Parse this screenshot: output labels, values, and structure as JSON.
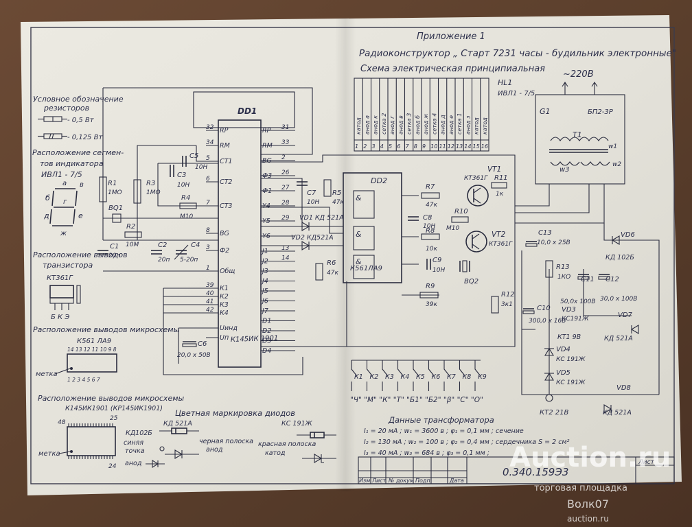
{
  "header": {
    "appendix": "Приложение 1",
    "title": "Радиоконструктор „ Старт 7231 часы - будильник электронные\"",
    "subtitle": "Схема электрическая принципиальная"
  },
  "legend_resistors": {
    "title_1": "Условное обозначение",
    "title_2": "резисторов",
    "r1": "- 0,5 Вт",
    "r2": "- 0,125 Вт"
  },
  "legend_segments": {
    "title_1": "Расположение сегмен-",
    "title_2": "тов индикатора",
    "part": "ИВЛ1 - 7/5",
    "seg_a": "а",
    "seg_b": "б",
    "seg_v": "в",
    "seg_g": "г",
    "seg_d": "д",
    "seg_e": "е",
    "seg_zh": "ж"
  },
  "legend_transistor": {
    "title_1": "Расположение выводов",
    "title_2": "транзистора",
    "part": "КТ361Г",
    "pins": "Б К Э"
  },
  "legend_ic1": {
    "title": "Расположение выводов микросхемы",
    "part": "К561 ЛА9",
    "pins_top": "14 13 12 11 10 9 8",
    "pins_bottom": "1 2 3 4 5 6 7",
    "mark": "метка"
  },
  "legend_ic2": {
    "title": "Расположение выводов микросхемы",
    "part": "К145ИК1901 (КР145ИК1901)",
    "pin_48": "48",
    "pin_25": "25",
    "pin_24": "24",
    "mark": "метка"
  },
  "diode_marking": {
    "title": "Цветная маркировка диодов",
    "kd521": "КД 521А",
    "kd102": "КД102Б",
    "blue_dot_1": "синяя",
    "blue_dot_2": "точка",
    "anode_1": "анод",
    "black_stripe_1": "черная полоска",
    "anode_2": "анод",
    "kc191": "КС 191Ж",
    "red_stripe": "красная полоска",
    "cathode": "катод"
  },
  "transformer_data": {
    "title": "Данные трансформатора",
    "row1": "I₁ = 20 мА ;  w₁ = 3600 в ;  φ₁ = 0,1 мм ;  сечение",
    "row2": "I₂ = 130 мА ;  w₂ = 100 в ;  φ₂ = 0,4 мм ;  сердечника S = 2 см²",
    "row3": "I₃ = 40 мА ;  w₃ = 684 в ;  φ₃ = 0,1 мм ;"
  },
  "title_block": {
    "col1": "Изм",
    "col2": "Лист",
    "col3": "№ докум",
    "col4": "Подп.",
    "col5": "Дата",
    "sheet": "Лист",
    "code": "0.340.159Э3"
  },
  "components": {
    "dd1": "DD1",
    "dd1_type": "К145ИК 1901",
    "dd2": "DD2",
    "dd2_type": "К561ЛА9",
    "hl1": "HL1",
    "hl1_type": "ИВЛ1 - 7/5",
    "mains": "~220В",
    "g1": "G1",
    "g1_type": "БП2-3Р",
    "t1": "T1",
    "w1": "w1",
    "w2": "w2",
    "w3": "w3",
    "r1": "R1",
    "r1_val": "1МО",
    "r3": "R3",
    "r3_val": "1МО",
    "r2": "R2",
    "r2_val": "10М",
    "r4": "R4",
    "r4_val": "М10",
    "c5": "C5",
    "c5_val": "10Н",
    "c3": "C3",
    "c3_val": "10Н",
    "bq1": "BQ1",
    "c1": "C1",
    "c1_val": "20п",
    "c2": "C2",
    "c2_val": "20п",
    "c4": "C4",
    "c4_val": "5-20п",
    "c6": "C6",
    "c6_val": "20,0 х 50В",
    "c7": "C7",
    "c7_val": "10Н",
    "r5": "R5",
    "r5_val": "47к",
    "r6": "R6",
    "r6_val": "47к",
    "vd1": "VD1 КД 521А",
    "vd2": "VD2 КД521А",
    "r7": "R7",
    "r7_val": "47к",
    "c8": "C8",
    "c8_val": "10Н",
    "r8": "R8",
    "r8_val": "10к",
    "c9": "C9",
    "c9_val": "10Н",
    "r9": "R9",
    "r9_val": "39к",
    "bq2": "BQ2",
    "r10": "R10",
    "r10_val": "М10",
    "vt1": "VT1",
    "vt1_type": "КТ361Г",
    "vt2": "VT2",
    "vt2_type": "КТ361Г",
    "r11": "R11",
    "r11_val": "1к",
    "r12": "R12",
    "r12_val": "3к1",
    "c13": "C13",
    "c13_val": "10,0 х 25В",
    "vd6": "VD6",
    "vd6_type": "КД 102Б",
    "r13": "R13",
    "r13_val": "1КО",
    "c11": "C11",
    "c11_val": "50,0х 100В",
    "c12": "C12",
    "c12_val": "30,0 х 100В",
    "c10": "C10",
    "c10_val": "300,0 х 16В",
    "vd3": "VD3",
    "vd3_type": "КС191Ж",
    "vd7": "VD7",
    "vd7_type": "КД 521А",
    "vt3": "КТ1 9В",
    "vd4": "VD4",
    "vd4_type": "КС 191Ж",
    "vd5": "VD5",
    "vd5_type": "КС 191Ж",
    "vt_bottom": "КТ2 21В",
    "vd8": "VD8",
    "vd8_type": "КД 521А"
  },
  "dd1_pins_left": [
    {
      "num": "32",
      "name": "RP"
    },
    {
      "num": "34",
      "name": "RM"
    },
    {
      "num": "5",
      "name": "СТ1"
    },
    {
      "num": "6",
      "name": "СТ2"
    },
    {
      "num": "7",
      "name": "СТ3"
    },
    {
      "num": "8",
      "name": "ВG"
    },
    {
      "num": "3",
      "name": "Ф2"
    },
    {
      "num": "1",
      "name": "Общ"
    },
    {
      "num": "39",
      "name": "К1"
    },
    {
      "num": "40",
      "name": "К2"
    },
    {
      "num": "41",
      "name": "К3"
    },
    {
      "num": "42",
      "name": "К4"
    },
    {
      "num": "",
      "name": "Uинд"
    },
    {
      "num": "",
      "name": "Uп"
    }
  ],
  "dd1_pins_right": [
    {
      "num": "31",
      "name": "RP"
    },
    {
      "num": "33",
      "name": "RM"
    },
    {
      "num": "2",
      "name": "ВG"
    },
    {
      "num": "26",
      "name": "Ф3"
    },
    {
      "num": "27",
      "name": "Ф1"
    },
    {
      "num": "28",
      "name": "Y4"
    },
    {
      "num": "29",
      "name": "Y5"
    },
    {
      "num": "",
      "name": "Y6"
    },
    {
      "num": "13",
      "name": "J1"
    },
    {
      "num": "14",
      "name": "J2"
    },
    {
      "num": "",
      "name": "J3"
    },
    {
      "num": "",
      "name": "J4"
    },
    {
      "num": "",
      "name": "J5"
    },
    {
      "num": "",
      "name": "J6"
    },
    {
      "num": "",
      "name": "J7"
    },
    {
      "num": "",
      "name": "D1"
    },
    {
      "num": "",
      "name": "D2"
    },
    {
      "num": "",
      "name": "D3"
    },
    {
      "num": "",
      "name": "D4"
    }
  ],
  "hl1_pins": [
    {
      "label": "катод",
      "num": "1"
    },
    {
      "label": "анод а",
      "num": "2"
    },
    {
      "label": "анод к",
      "num": "3"
    },
    {
      "label": "сетка 2",
      "num": "4"
    },
    {
      "label": "анод г",
      "num": "5"
    },
    {
      "label": "анод в",
      "num": "6"
    },
    {
      "label": "сетка 3",
      "num": "7"
    },
    {
      "label": "анод б",
      "num": "8"
    },
    {
      "label": "анод ж",
      "num": "9"
    },
    {
      "label": "сетка 4",
      "num": "10"
    },
    {
      "label": "анод д",
      "num": "11"
    },
    {
      "label": "анод е",
      "num": "12"
    },
    {
      "label": "сетка 1",
      "num": "13"
    },
    {
      "label": "анод з",
      "num": "14"
    },
    {
      "label": "катод",
      "num": "15"
    },
    {
      "label": "катод",
      "num": "16"
    }
  ],
  "keys": [
    "К1",
    "К2",
    "К3",
    "К4",
    "К5",
    "К6",
    "К7",
    "К8",
    "К9"
  ],
  "key_labels": "\"Ч\" \"М\" \"К\" \"Т\" \"Б1\" \"Б2\" \"β\" \"С\" \"О\"",
  "watermark": {
    "brand": "Auction.ru",
    "tagline": "торговая площадка",
    "seller": "Волк07",
    "site": "auction.ru"
  }
}
